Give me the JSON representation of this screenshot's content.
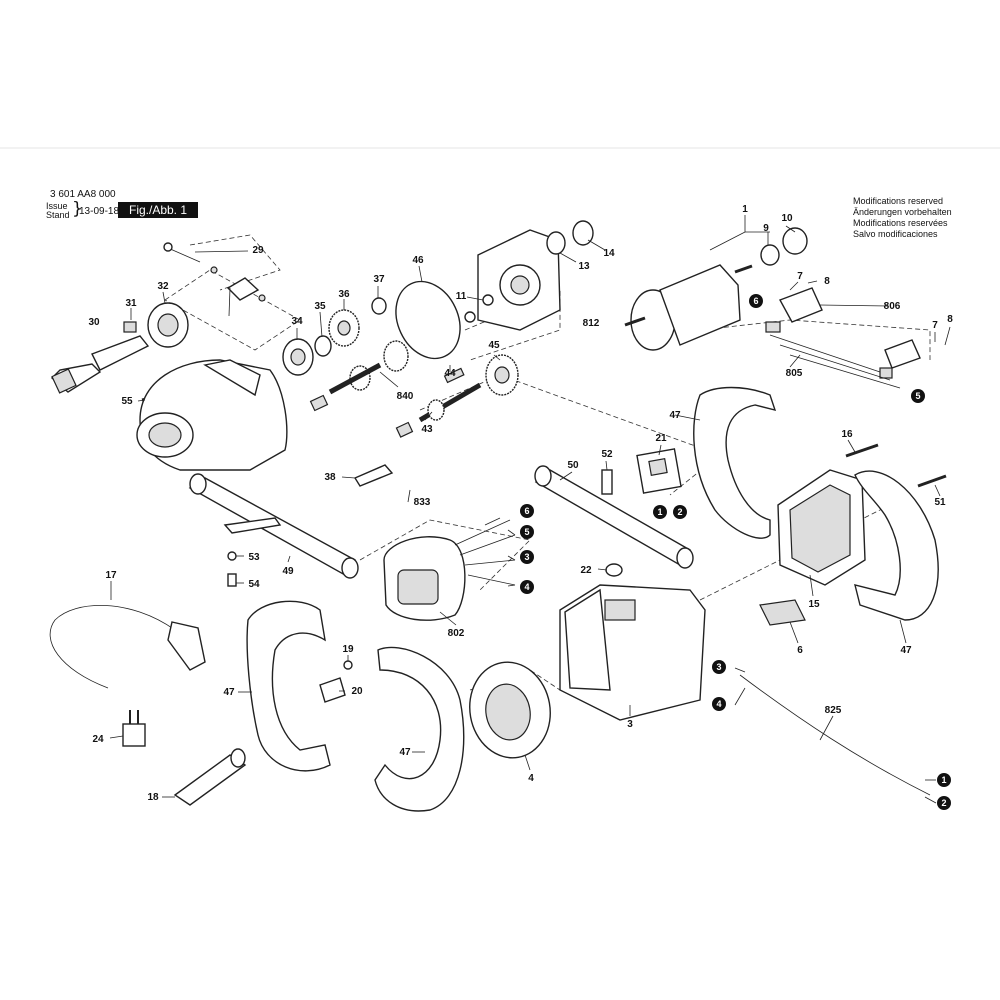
{
  "header": {
    "part_number": "3 601 AA8 000",
    "issue_label": "Issue",
    "stand_label": "Stand",
    "brace": "}",
    "issue_date": "13-09-18",
    "figure_label": "Fig./Abb. 1"
  },
  "modifications": [
    "Modifications reserved",
    "Änderungen vorbehalten",
    "Modifications reservées",
    "Salvo modificaciones"
  ],
  "part_labels": {
    "p1": "1",
    "p3": "3",
    "p4": "4",
    "p6": "6",
    "p7a": "7",
    "p7b": "7",
    "p8a": "8",
    "p8b": "8",
    "p9": "9",
    "p10": "10",
    "p11": "11",
    "p13": "13",
    "p14": "14",
    "p15": "15",
    "p16": "16",
    "p17": "17",
    "p18": "18",
    "p19": "19",
    "p20": "20",
    "p21": "21",
    "p22": "22",
    "p24": "24",
    "p29": "29",
    "p30": "30",
    "p31": "31",
    "p32": "32",
    "p34": "34",
    "p35": "35",
    "p36": "36",
    "p37": "37",
    "p38": "38",
    "p43": "43",
    "p44": "44",
    "p45": "45",
    "p46": "46",
    "p47a": "47",
    "p47b": "47",
    "p47c": "47",
    "p47d": "47",
    "p49": "49",
    "p50": "50",
    "p51": "51",
    "p52": "52",
    "p53": "53",
    "p54": "54",
    "p55": "55",
    "p802": "802",
    "p805": "805",
    "p806": "806",
    "p812": "812",
    "p825": "825",
    "p833": "833",
    "p840": "840"
  },
  "connectors": {
    "c6a": "6",
    "c5a": "5",
    "c3a": "3",
    "c4a": "4",
    "c1a": "1",
    "c2a": "2",
    "c5b": "5",
    "c3b": "3",
    "c4b": "4",
    "c1b": "1",
    "c2b": "2"
  },
  "colors": {
    "ink": "#111111",
    "background": "#ffffff",
    "badge": "#111111"
  }
}
